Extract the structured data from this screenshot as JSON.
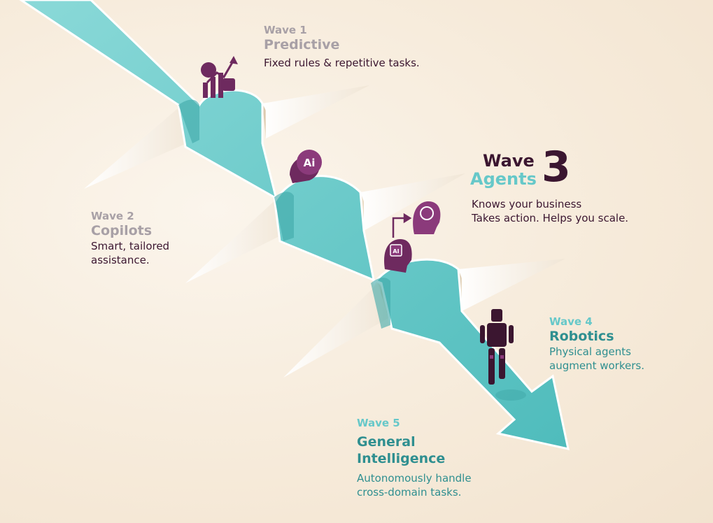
{
  "waves": {
    "w1": {
      "kicker": "Wave 1",
      "title": "Predictive",
      "desc": "Fixed rules & repetitive tasks."
    },
    "w2": {
      "kicker": "Wave 2",
      "title": "Copilots",
      "desc1": "Smart, tailored",
      "desc2": "assistance."
    },
    "w3": {
      "kicker": "Wave",
      "number": "3",
      "title": "Agents",
      "desc1": "Knows your business",
      "desc2": "Takes action. Helps you scale."
    },
    "w4": {
      "kicker": "Wave 4",
      "title": "Robotics",
      "desc1": "Physical agents",
      "desc2": "augment workers."
    },
    "w5": {
      "kicker": "Wave 5",
      "title1": "General",
      "title2": "Intelligence",
      "desc1": "Autonomously handle",
      "desc2": "cross-domain tasks."
    }
  },
  "icons": {
    "ai_badge": "Ai",
    "chip": "AI"
  },
  "colors": {
    "teal": "#66c8c9",
    "plum": "#6e2a5f",
    "dark": "#3b1630",
    "grey": "#a8a0a6"
  }
}
